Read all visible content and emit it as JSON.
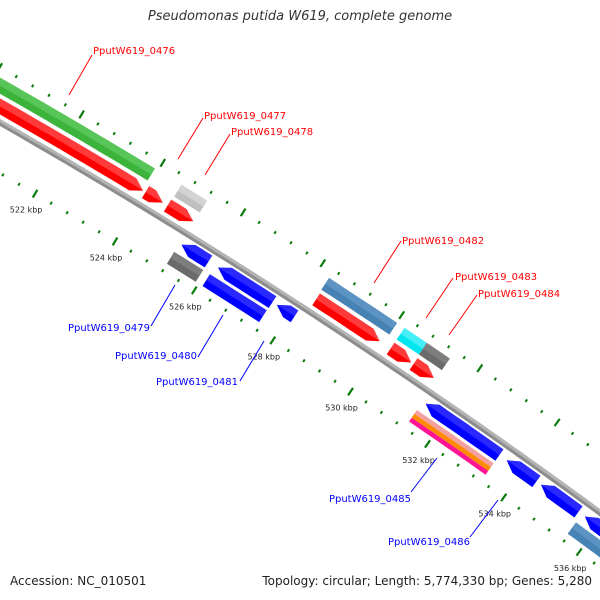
{
  "title": "Pseudomonas putida W619, complete genome",
  "footer": {
    "accession": "Accession: NC_010501",
    "summary": "Topology: circular; Length: 5,774,330 bp; Genes: 5,280"
  },
  "colors": {
    "backbone": "#8c8c8c",
    "tick": "#0a7a0a",
    "forward_label": "#ff0000",
    "reverse_label": "#0000ff",
    "forward_cds": "#ff0000",
    "reverse_cds": "#0000ff"
  },
  "ticks": {
    "unit": "kbp",
    "minor_step_kbp": 0.4,
    "major_step_kbp": 2,
    "range_kbp": [
      518,
      538
    ],
    "labels": [
      "522 kbp",
      "524 kbp",
      "526 kbp",
      "528 kbp",
      "530 kbp",
      "532 kbp",
      "534 kbp",
      "536 kbp"
    ],
    "label_values_kbp": [
      522,
      524,
      526,
      528,
      530,
      532,
      534,
      536
    ]
  },
  "features": [
    {
      "id": "f0476c",
      "lane": "fwd_cog",
      "start": 518.0,
      "end": 523.92,
      "color": "#3cb43c",
      "light": "#6fd46f"
    },
    {
      "id": "f0476",
      "lane": "fwd_cds",
      "start": 518.0,
      "end": 523.95,
      "color": "#ff0000",
      "light": "#ff6a6a"
    },
    {
      "id": "f0477",
      "lane": "fwd_cds",
      "start": 524.01,
      "end": 524.44,
      "color": "#ff0000",
      "light": "#ff6a6a"
    },
    {
      "id": "f0478c",
      "lane": "fwd_cog",
      "start": 524.58,
      "end": 525.22,
      "color": "#c0c0c0",
      "light": "#e2e2e2"
    },
    {
      "id": "f0478",
      "lane": "fwd_cds",
      "start": 524.56,
      "end": 525.2,
      "color": "#ff0000",
      "light": "#ff6a6a"
    },
    {
      "id": "r0479",
      "lane": "rev_cds",
      "start": 525.25,
      "end": 525.93,
      "color": "#0000ff",
      "light": "#4a4aff"
    },
    {
      "id": "r0479c",
      "lane": "rev_cog",
      "start": 525.2,
      "end": 525.93,
      "color": "#6a6a6a",
      "light": "#8e8e8e"
    },
    {
      "id": "r0480",
      "lane": "rev_cds",
      "start": 526.17,
      "end": 527.55,
      "color": "#0000ff",
      "light": "#4a4aff"
    },
    {
      "id": "r0480c",
      "lane": "rev_cog",
      "start": 526.1,
      "end": 527.54,
      "color": "#0000ff",
      "light": "#4a4aff"
    },
    {
      "id": "r0481",
      "lane": "rev_cds",
      "start": 527.66,
      "end": 528.11,
      "color": "#0000ff",
      "light": "#4a4aff"
    },
    {
      "id": "f0482c",
      "lane": "fwd_cog",
      "start": 528.28,
      "end": 530.01,
      "color": "#4682b4",
      "light": "#6fa3cf"
    },
    {
      "id": "f0482",
      "lane": "fwd_cds",
      "start": 528.3,
      "end": 529.92,
      "color": "#ff0000",
      "light": "#ff6a6a"
    },
    {
      "id": "f0483c",
      "lane": "fwd_cog",
      "start": 530.2,
      "end": 530.77,
      "color": "#00e5ee",
      "light": "#7ff7ff"
    },
    {
      "id": "f0483",
      "lane": "fwd_cds",
      "start": 530.2,
      "end": 530.73,
      "color": "#ff0000",
      "light": "#ff6a6a"
    },
    {
      "id": "f0484c",
      "lane": "fwd_cog",
      "start": 530.77,
      "end": 531.36,
      "color": "#6a6a6a",
      "light": "#8e8e8e"
    },
    {
      "id": "f0484",
      "lane": "fwd_cds",
      "start": 530.79,
      "end": 531.31,
      "color": "#ff0000",
      "light": "#ff6a6a"
    },
    {
      "id": "r0485",
      "lane": "rev_cds",
      "start": 531.48,
      "end": 533.4,
      "color": "#0000ff",
      "light": "#4a4aff"
    },
    {
      "id": "r0485c",
      "lane": "rev_cog",
      "start": 531.4,
      "end": 533.4,
      "stripes": [
        "#f4a0a0",
        "#ff8c00",
        "#ff1493"
      ]
    },
    {
      "id": "r0486",
      "lane": "rev_cds",
      "start": 533.59,
      "end": 534.37,
      "color": "#0000ff",
      "light": "#4a4aff"
    },
    {
      "id": "r0487",
      "lane": "rev_cds",
      "start": 534.49,
      "end": 535.48,
      "color": "#0000ff",
      "light": "#4a4aff"
    },
    {
      "id": "r0488",
      "lane": "rev_cds",
      "start": 535.65,
      "end": 538.0,
      "color": "#0000ff",
      "light": "#4a4aff"
    },
    {
      "id": "r0488c",
      "lane": "rev_cog",
      "start": 535.57,
      "end": 538.0,
      "color": "#4682b4",
      "light": "#6fa3cf"
    }
  ],
  "gene_labels": [
    {
      "id": "PputW619_0476",
      "text": "PputW619_0476",
      "strand": "forward"
    },
    {
      "id": "PputW619_0477",
      "text": "PputW619_0477",
      "strand": "forward"
    },
    {
      "id": "PputW619_0478",
      "text": "PputW619_0478",
      "strand": "forward"
    },
    {
      "id": "PputW619_0479",
      "text": "PputW619_0479",
      "strand": "reverse"
    },
    {
      "id": "PputW619_0480",
      "text": "PputW619_0480",
      "strand": "reverse"
    },
    {
      "id": "PputW619_0481",
      "text": "PputW619_0481",
      "strand": "reverse"
    },
    {
      "id": "PputW619_0482",
      "text": "PputW619_0482",
      "strand": "forward"
    },
    {
      "id": "PputW619_0483",
      "text": "PputW619_0483",
      "strand": "forward"
    },
    {
      "id": "PputW619_0484",
      "text": "PputW619_0484",
      "strand": "forward"
    },
    {
      "id": "PputW619_0485",
      "text": "PputW619_0485",
      "strand": "reverse"
    },
    {
      "id": "PputW619_0486",
      "text": "PputW619_0486",
      "strand": "reverse"
    }
  ]
}
